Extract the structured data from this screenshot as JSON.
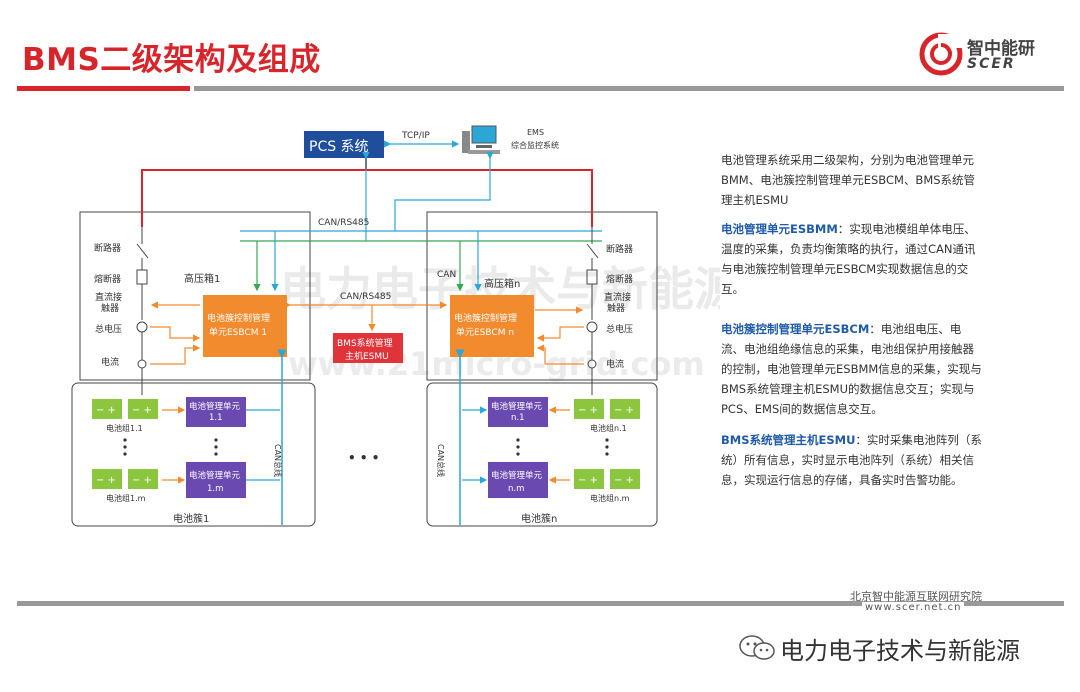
{
  "header": {
    "title": "BMS二级架构及组成",
    "logo_name": "智中能研",
    "logo_abbr": "SCER"
  },
  "colors": {
    "accent_red": "#d7262b",
    "pcs_blue": "#1f4e9c",
    "esbcm_orange": "#f28a2e",
    "esmu_red": "#e0343a",
    "bmm_purple": "#6a4ab0",
    "battery_green": "#8cc63f",
    "bus_cyan": "#2aa7d6",
    "bus_green": "#35a853"
  },
  "diagram": {
    "pcs_label": "PCS 系统",
    "tcpip_label": "TCP/IP",
    "ems_label_line1": "EMS",
    "ems_label_line2": "综合监控系统",
    "can_rs485_top": "CAN/RS485",
    "can_rs485_mid": "CAN/RS485",
    "can_label": "CAN",
    "esmu_line1": "BMS系统管理",
    "esmu_line2": "主机ESMU",
    "hv_box_1": "高压箱1",
    "hv_box_n": "高压箱n",
    "esbcm_1_line1": "电池簇控制管理",
    "esbcm_1_line2": "单元ESBCM 1",
    "esbcm_n_line1": "电池簇控制管理",
    "esbcm_n_line2": "单元ESBCM n",
    "left_labels": [
      "断路器",
      "熔断器",
      "直流接",
      "触器",
      "总电压",
      "电流"
    ],
    "right_labels": [
      "断路器",
      "熔断器",
      "直流接",
      "触器",
      "总电压",
      "电流"
    ],
    "bmm_1_1": [
      "电池管理单元",
      "1.1"
    ],
    "bmm_1_m": [
      "电池管理单元",
      "1.m"
    ],
    "bmm_n_1": [
      "电池管理单元",
      "n.1"
    ],
    "bmm_n_m": [
      "电池管理单元",
      "n.m"
    ],
    "pack_1_1": "电池组1.1",
    "pack_1_m": "电池组1.m",
    "pack_n_1": "电池组n.1",
    "pack_n_m": "电池组n.m",
    "cluster_1": "电池簇1",
    "cluster_n": "电池簇n",
    "can_bus_1": "CAN总线",
    "can_bus_n": "CAN总线",
    "ellipsis": "• • •",
    "watermark": "电力电子技术与新能源",
    "watermark_url": "www.21micro-grid.com"
  },
  "description": {
    "intro": "电池管理系统采用二级架构，分别为电池管理单元BMM、电池簇控制管理单元ESBCM、BMS系统管理主机ESMU",
    "bmm_title": "电池管理单元ESBMM",
    "bmm_text": "：实现电池模组单体电压、温度的采集，负责均衡策略的执行，通过CAN通讯与电池簇控制管理单元ESBCM实现数据信息的交互。",
    "esbcm_title": "电池簇控制管理单元ESBCM",
    "esbcm_text": "：电池组电压、电流、电池组绝缘信息的采集，电池组保护用接触器的控制，电池管理单元ESBMM信息的采集，实现与BMS系统管理主机ESMU的数据信息交互；实现与PCS、EMS间的数据信息交互。",
    "esmu_title": "BMS系统管理主机ESMU",
    "esmu_text": "：实时采集电池阵列（系统）所有信息，实时显示电池阵列（系统）相关信息，实现运行信息的存储，具备实时告警功能。"
  },
  "footer": {
    "org": "北京智中能源互联网研究院",
    "url": "www.scer.net.cn",
    "wechat": "电力电子技术与新能源"
  }
}
